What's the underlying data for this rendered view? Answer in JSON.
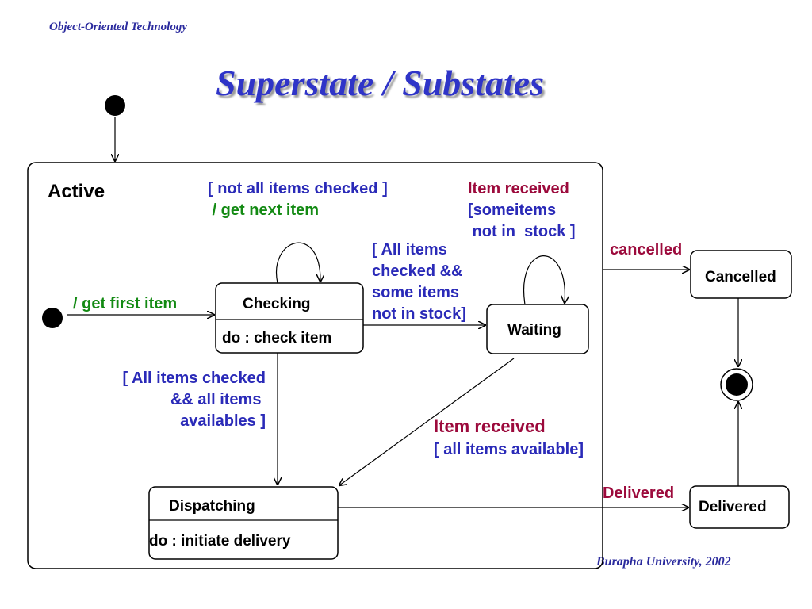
{
  "header": {
    "course": "Object-Oriented Technology"
  },
  "slide": {
    "title": "Superstate / Substates"
  },
  "footer": {
    "credit": "Burapha University, 2002"
  },
  "colors": {
    "blue": "#2a2ab8",
    "green": "#138a13",
    "maroon": "#9c0a3c",
    "black": "#000000"
  },
  "superstate": {
    "name": "Active"
  },
  "states": {
    "checking": {
      "name": "Checking",
      "activity": "do : check item"
    },
    "waiting": {
      "name": "Waiting"
    },
    "dispatching": {
      "name": "Dispatching",
      "activity": "do : initiate delivery"
    },
    "cancelled": {
      "name": "Cancelled"
    },
    "delivered": {
      "name": "Delivered"
    }
  },
  "transitions": {
    "initial_to_checking": {
      "action": "/ get first item"
    },
    "checking_self": {
      "guard": "[ not all items checked ]",
      "action": " / get next item"
    },
    "checking_to_waiting": {
      "lines": [
        "[ All items",
        "checked &&",
        "some items",
        "not in stock]"
      ]
    },
    "waiting_self": {
      "event": "Item received",
      "guard_lines": [
        "[someitems",
        " not in  stock ]"
      ]
    },
    "checking_to_dispatching": {
      "lines": [
        "[ All items checked",
        "&& all items ",
        "availables ]"
      ]
    },
    "waiting_to_dispatching": {
      "event": "Item received",
      "guard": "[ all items available]"
    },
    "active_to_cancelled": {
      "event": "cancelled"
    },
    "dispatching_to_delivered": {
      "event": "Delivered"
    }
  }
}
